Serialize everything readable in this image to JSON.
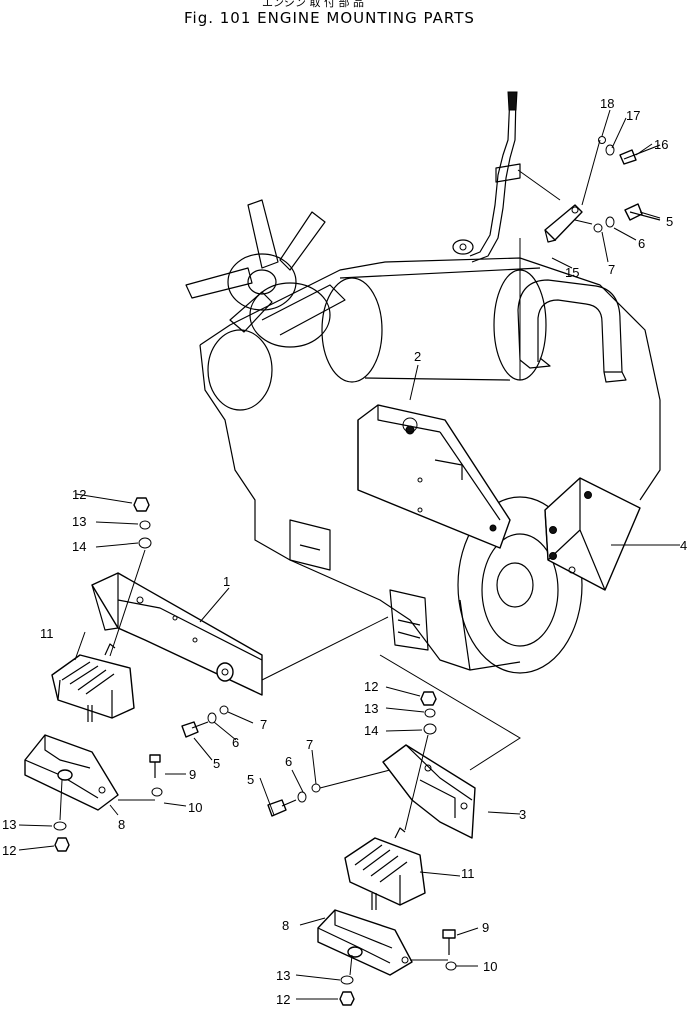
{
  "header": {
    "subtitle_jp": "エンジン 取 付 部 品",
    "title": "Fig. 101  ENGINE MOUNTING PARTS"
  },
  "callouts": {
    "c1": "1",
    "c2": "2",
    "c3": "3",
    "c4": "4",
    "c5a": "5",
    "c5b": "5",
    "c5c": "5",
    "c6a": "6",
    "c6b": "6",
    "c6c": "6",
    "c7a": "7",
    "c7b": "7",
    "c7c": "7",
    "c8a": "8",
    "c8b": "8",
    "c9a": "9",
    "c9b": "9",
    "c10a": "10",
    "c10b": "10",
    "c11a": "11",
    "c11b": "11",
    "c12a": "12",
    "c12b": "12",
    "c12c": "12",
    "c12d": "12",
    "c13a": "13",
    "c13b": "13",
    "c13c": "13",
    "c13d": "13",
    "c14a": "14",
    "c14b": "14",
    "c15": "15",
    "c16": "16",
    "c17": "17",
    "c18": "18"
  }
}
